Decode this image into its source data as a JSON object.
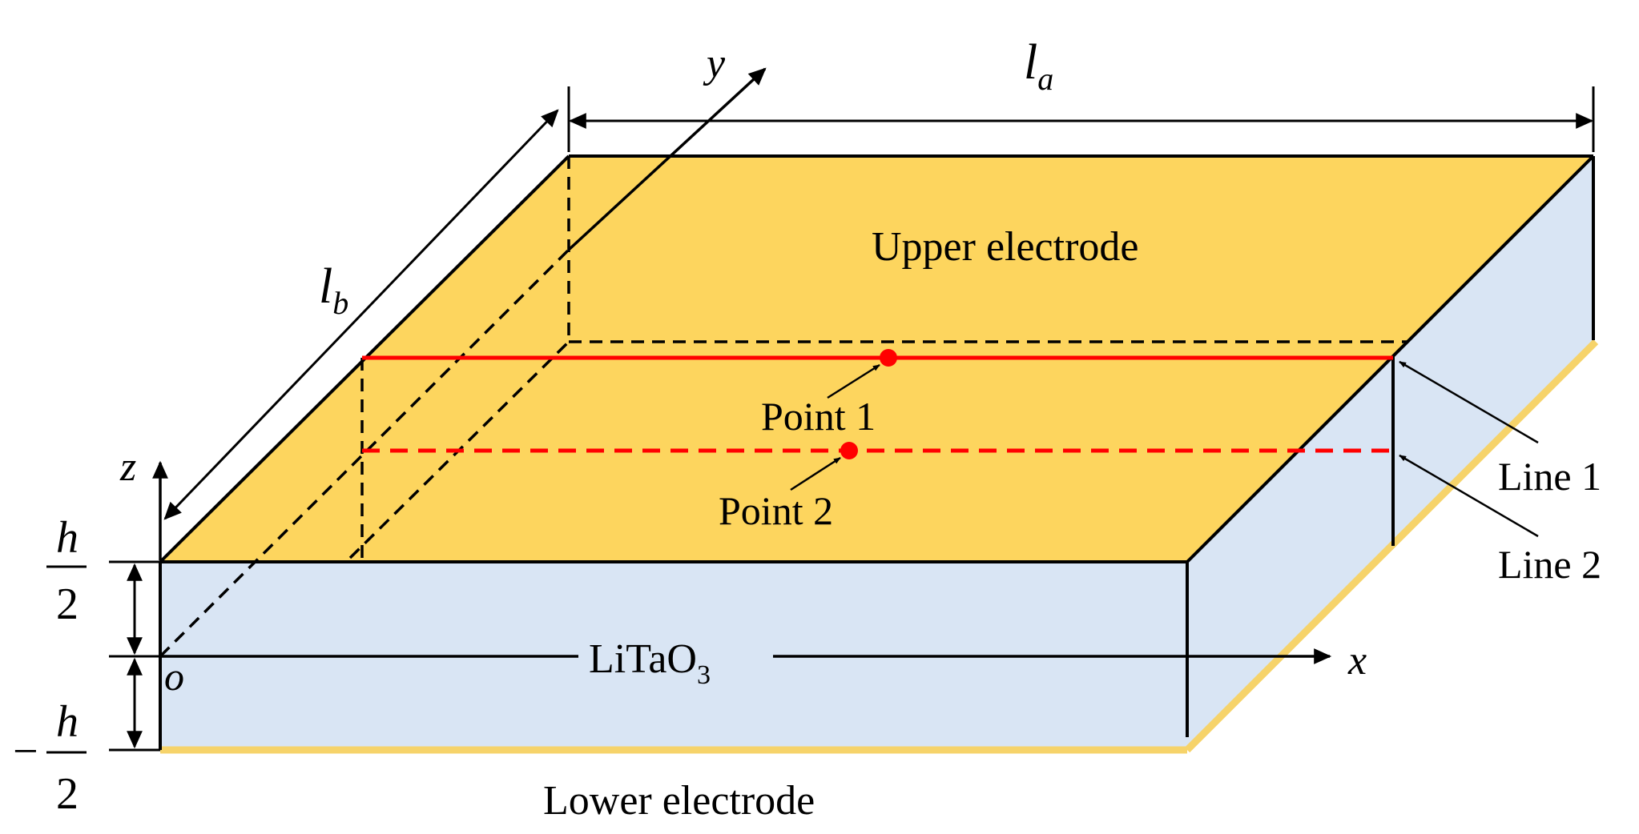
{
  "labels": {
    "upper_electrode": "Upper electrode",
    "lower_electrode": "Lower electrode",
    "material_main": "LiTaO",
    "material_sub": "3",
    "point1": "Point 1",
    "point2": "Point 2",
    "line1": "Line 1",
    "line2": "Line 2"
  },
  "axes": {
    "x": "x",
    "y": "y",
    "z": "z",
    "origin": "o"
  },
  "dims": {
    "la_main": "l",
    "la_sub": "a",
    "lb_main": "l",
    "lb_sub": "b",
    "h": "h",
    "half_den": "2",
    "minus": "−"
  },
  "colors": {
    "electrode": "#fdd55e",
    "electrode_edge": "#f6d36a",
    "substrate": "#d9e5f4",
    "marker": "#ff0000",
    "line": "#000000"
  }
}
